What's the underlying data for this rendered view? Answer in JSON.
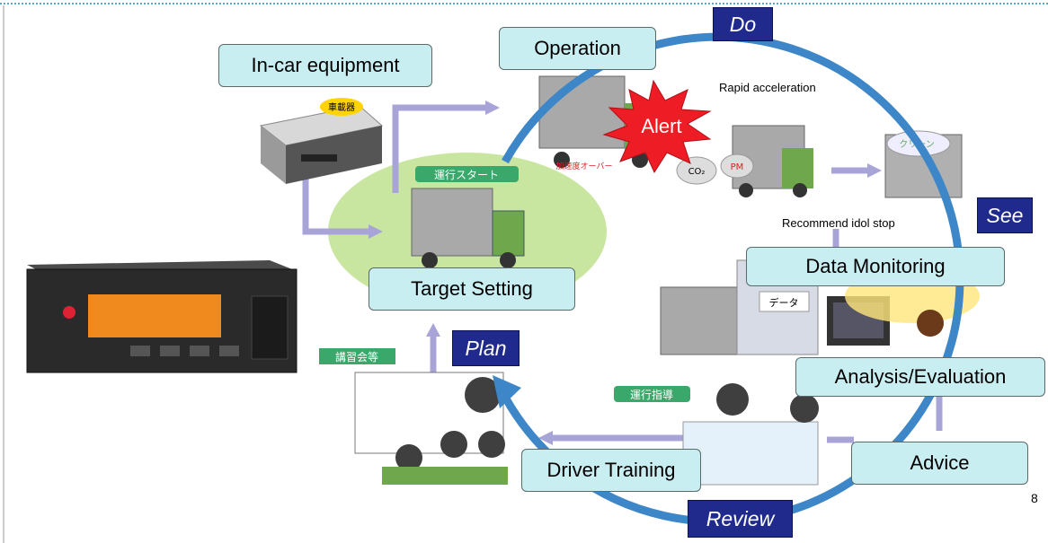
{
  "header_rule_color": "#5aa9c9",
  "cycle": {
    "color": "#3d86c8",
    "phases": {
      "do": "Do",
      "see": "See",
      "review": "Review",
      "plan": "Plan"
    }
  },
  "boxes": {
    "in_car_equipment": "In-car equipment",
    "operation": "Operation",
    "target_setting": "Target Setting",
    "data_monitoring": "Data Monitoring",
    "analysis_evaluation": "Analysis/Evaluation",
    "advice": "Advice",
    "driver_training": "Driver Training"
  },
  "alert": {
    "label": "Alert",
    "color": "#ee1c24"
  },
  "notes": {
    "rapid_acceleration": "Rapid acceleration",
    "recommend_idol_stop": "Recommend idol stop"
  },
  "illustration_labels": {
    "device_tag": "車載器",
    "operation_start": "運行スタート",
    "speed_over": "加速度オーバー",
    "clean": "クリーン",
    "data": "データ",
    "seminar": "講習会等",
    "guidance": "運行指導",
    "co2": "CO₂",
    "pm": "PM"
  },
  "page_number": "8"
}
